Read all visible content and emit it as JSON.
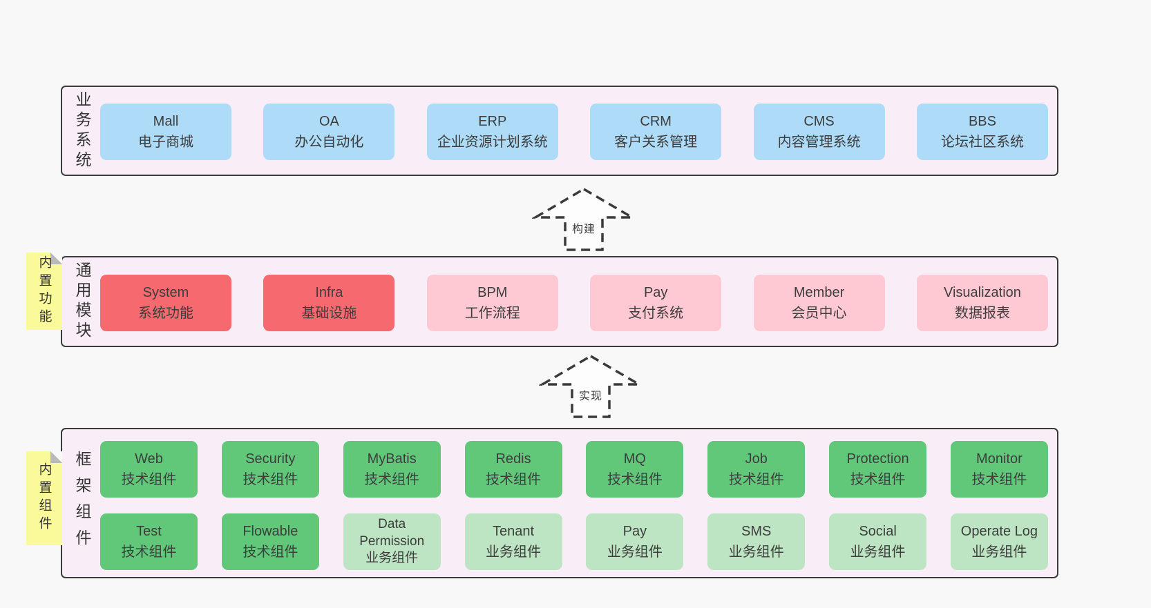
{
  "colors": {
    "page_bg": "#f8f8f8",
    "band_bg": "#f9eef7",
    "band_border": "#3a3a3a",
    "box_blue": "#aedcf8",
    "box_red": "#f5696f",
    "box_pink": "#ffc9d3",
    "box_green": "#61c87a",
    "box_green_light": "#bee5c3",
    "sticky_yellow": "#fafa9b",
    "sticky_fold": "#b9b9b9",
    "text": "#3d3d3d",
    "arrow_fill": "#fdfdfd"
  },
  "arrows": [
    {
      "label": "构建"
    },
    {
      "label": "实现"
    }
  ],
  "stickies": [
    {
      "label": "内置功能"
    },
    {
      "label": "内置组件"
    }
  ],
  "bands": [
    {
      "label": "业务系统",
      "boxes": [
        {
          "name": "Mall",
          "desc": "电子商城"
        },
        {
          "name": "OA",
          "desc": "办公自动化"
        },
        {
          "name": "ERP",
          "desc": "企业资源计划系统"
        },
        {
          "name": "CRM",
          "desc": "客户关系管理"
        },
        {
          "name": "CMS",
          "desc": "内容管理系统"
        },
        {
          "name": "BBS",
          "desc": "论坛社区系统"
        }
      ]
    },
    {
      "label": "通用模块",
      "boxes": [
        {
          "name": "System",
          "desc": "系统功能"
        },
        {
          "name": "Infra",
          "desc": "基础设施"
        },
        {
          "name": "BPM",
          "desc": "工作流程"
        },
        {
          "name": "Pay",
          "desc": "支付系统"
        },
        {
          "name": "Member",
          "desc": "会员中心"
        },
        {
          "name": "Visualization",
          "desc": "数据报表"
        }
      ]
    },
    {
      "label": "框架组件",
      "rows": [
        [
          {
            "name": "Web",
            "desc": "技术组件"
          },
          {
            "name": "Security",
            "desc": "技术组件"
          },
          {
            "name": "MyBatis",
            "desc": "技术组件"
          },
          {
            "name": "Redis",
            "desc": "技术组件"
          },
          {
            "name": "MQ",
            "desc": "技术组件"
          },
          {
            "name": "Job",
            "desc": "技术组件"
          },
          {
            "name": "Protection",
            "desc": "技术组件"
          },
          {
            "name": "Monitor",
            "desc": "技术组件"
          }
        ],
        [
          {
            "name": "Test",
            "desc": "技术组件"
          },
          {
            "name": "Flowable",
            "desc": "技术组件"
          },
          {
            "name": "Data Permission",
            "desc": "业务组件"
          },
          {
            "name": "Tenant",
            "desc": "业务组件"
          },
          {
            "name": "Pay",
            "desc": "业务组件"
          },
          {
            "name": "SMS",
            "desc": "业务组件"
          },
          {
            "name": "Social",
            "desc": "业务组件"
          },
          {
            "name": "Operate Log",
            "desc": "业务组件"
          }
        ]
      ]
    }
  ]
}
